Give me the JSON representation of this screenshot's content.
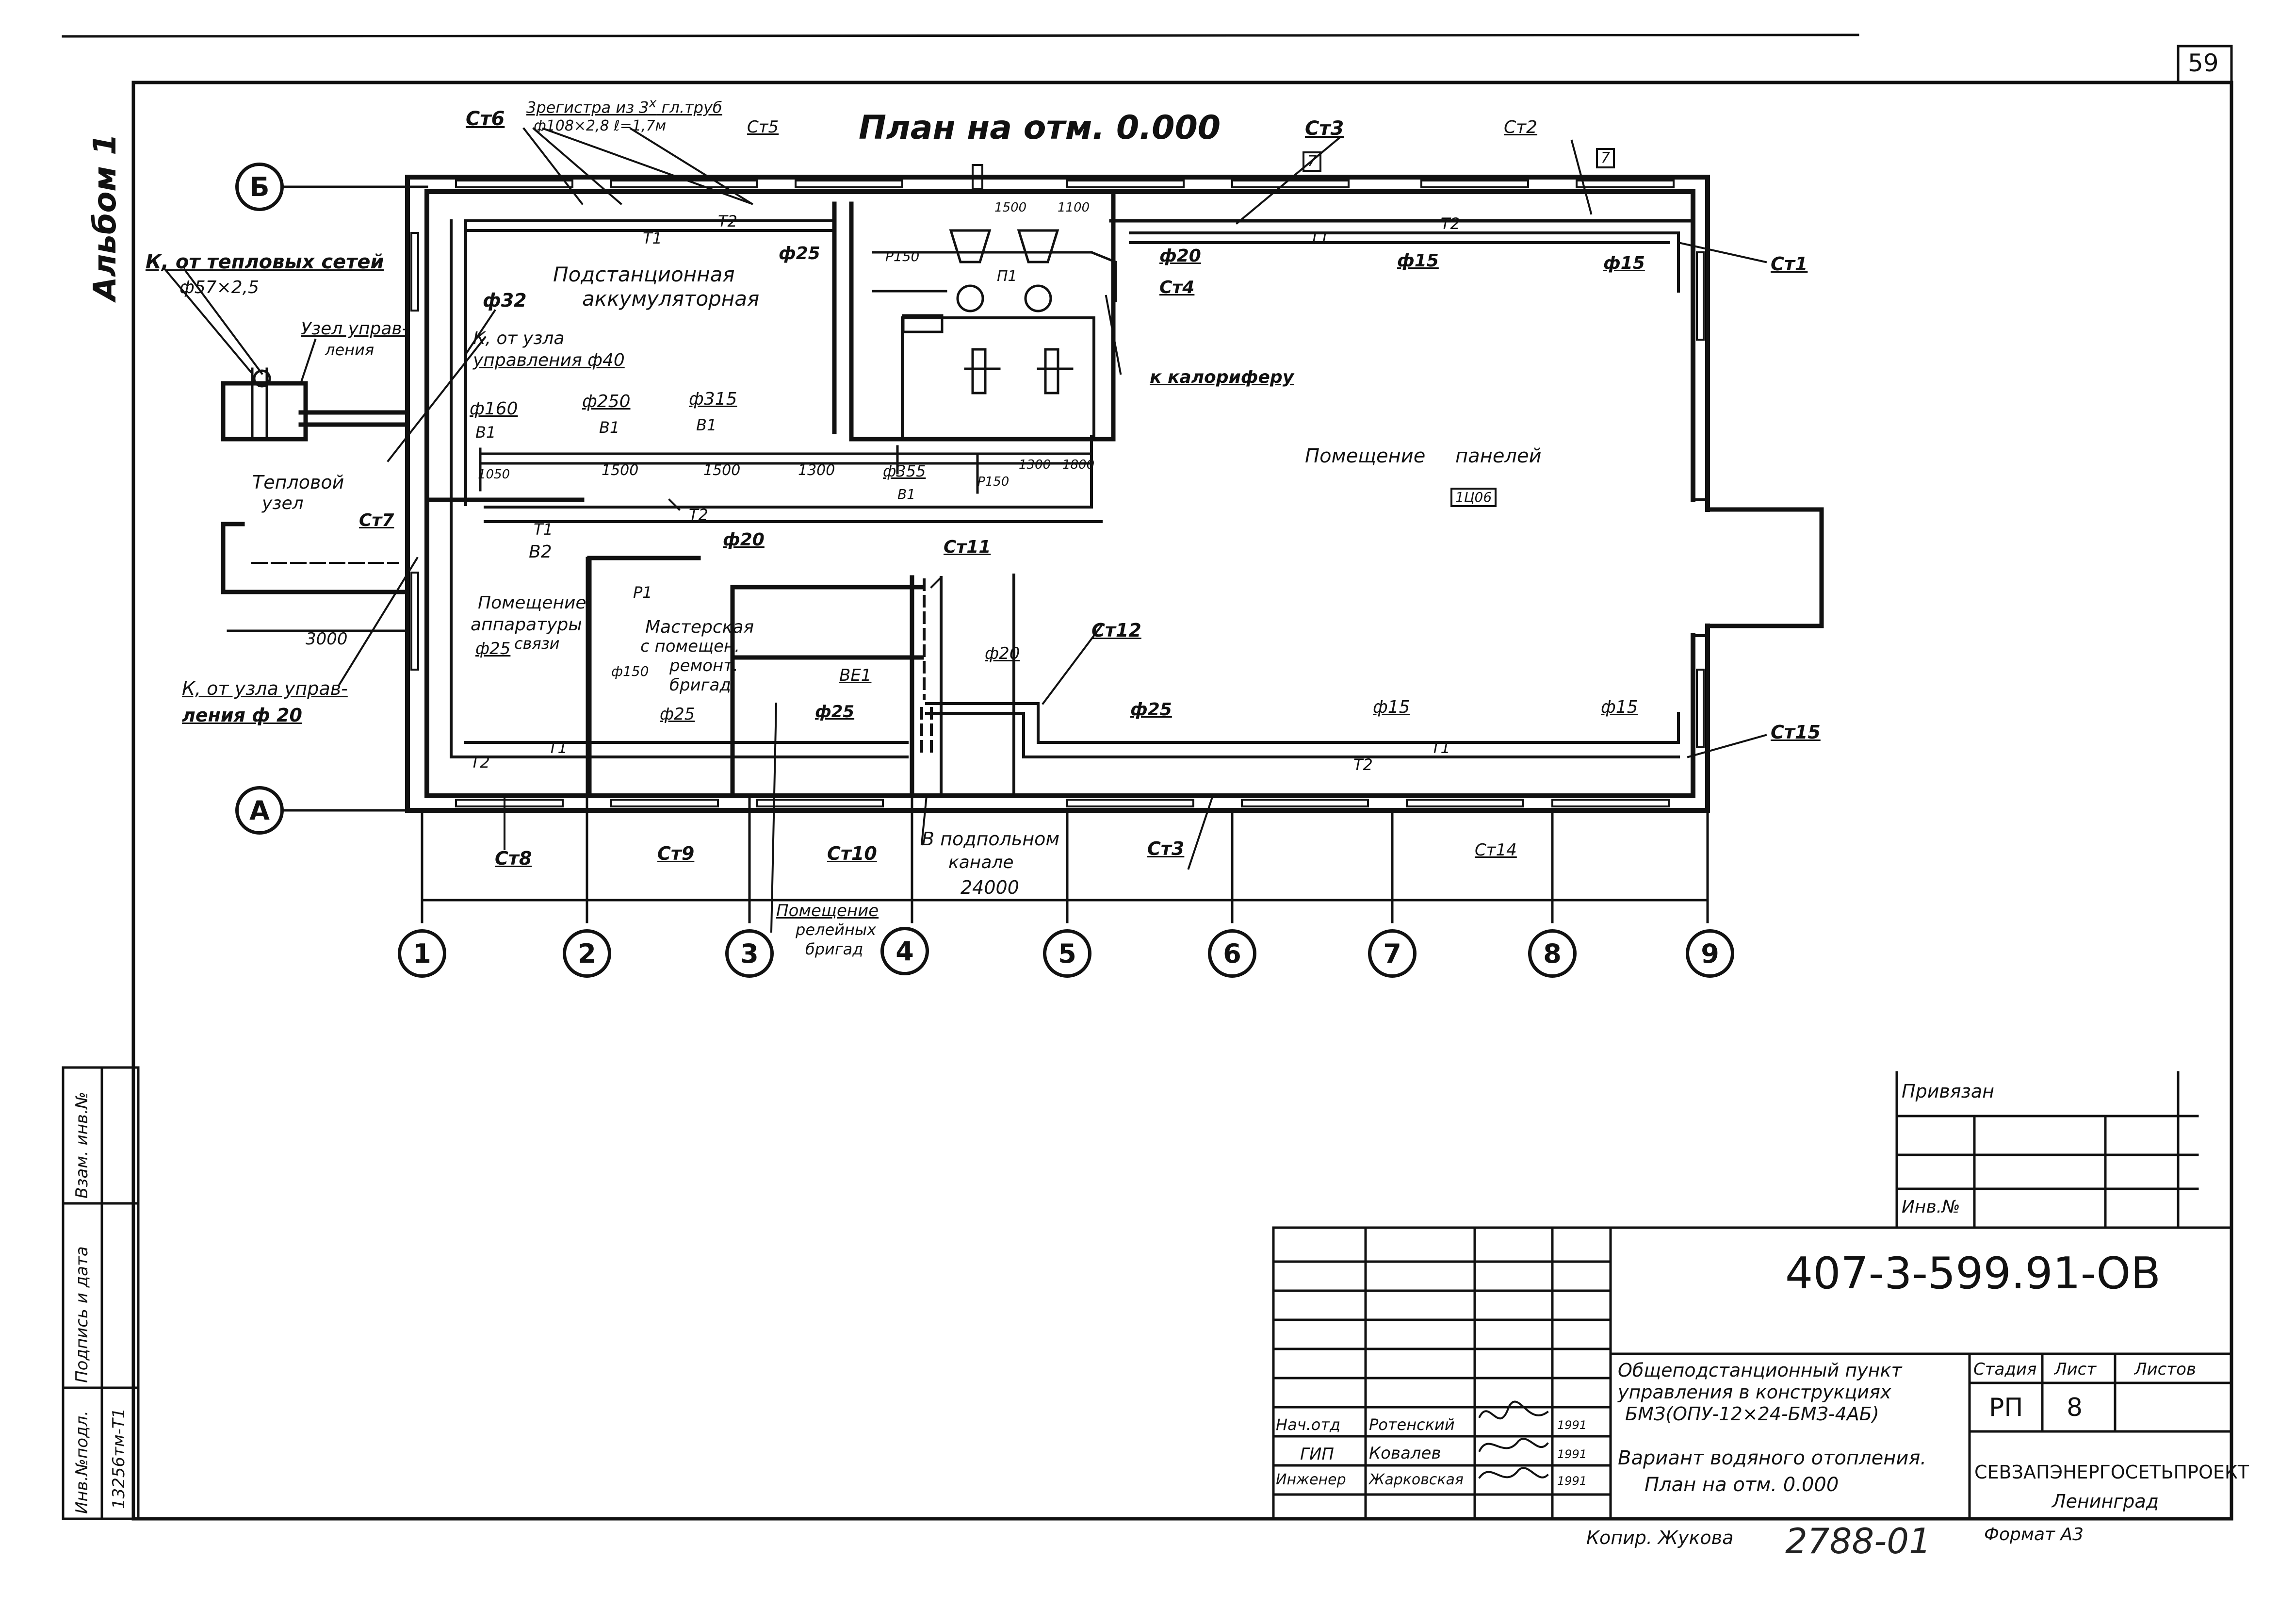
{
  "sheet": {
    "page_number": "59",
    "album": "Альбом 1",
    "title": "План на отм. 0.000"
  },
  "axes": {
    "letters": [
      "Б",
      "А"
    ],
    "numbers": [
      "1",
      "2",
      "3",
      "4",
      "5",
      "6",
      "7",
      "8",
      "9"
    ]
  },
  "labels": {
    "ct6": "Ст6",
    "registers_line1": "3регистра из 3",
    "registers_sup": "x",
    "registers_line1_end": " гл.труб",
    "registers_line2": "ф108×2,8  ℓ=1,7м",
    "ct5": "Ст5",
    "ct3_top": "Ст3",
    "ct2": "Ст2",
    "tag_box_1": "7",
    "tag_box_2": "7",
    "heat_from": "К, от тепловых сетей",
    "heat_from_dia": "ф57×2,5",
    "node_control_a": "Узел управ-",
    "node_control_b": "ления",
    "k_from_node": "К, от узла",
    "k_from_node_b": "управления ф40",
    "f32": "ф32",
    "battery_room_a": "Подстанционная",
    "battery_room_b": "аккумуляторная",
    "f25_a": "ф25",
    "p150": "Р150",
    "p1": "П1",
    "f20_a": "ф20",
    "ct4": "Ст4",
    "f15_a": "ф15",
    "f15_b": "ф15",
    "ct1": "Ст1",
    "to_heater": "к калориферу",
    "dim_1500_top": "1500",
    "dim_1100_top": "1100",
    "panel_room_a": "Помещение",
    "panel_room_b": "панелей",
    "panel_room_code": "1Ц06",
    "d160": "ф160",
    "b1_a": "В1",
    "d250": "ф250",
    "b1_b": "В1",
    "d315": "ф315",
    "b1_c": "В1",
    "dim_1050": "1050",
    "dim_1500_a": "1500",
    "dim_1500_b": "1500",
    "dim_1300": "1300",
    "d355": "ф355",
    "b1_d": "В1",
    "p150_b": "Р150",
    "dim_1300_b": "1300",
    "dim_1800": "1800",
    "heat_node_a": "Тепловой",
    "heat_node_b": "узел",
    "ct7": "Ст7",
    "f20_b": "ф20",
    "t1": "Т1",
    "t2": "Т2",
    "b2": "В2",
    "comm_room_a": "Помещение",
    "comm_room_b": "аппаратуры",
    "comm_room_c": "связи",
    "f25_b": "ф25",
    "dim_3000": "3000",
    "k_from_node2_a": "К, от узла управ-",
    "k_from_node2_b": "ления ф 20",
    "workshop_a": "Мастерская",
    "workshop_b": "с помещен.",
    "workshop_c": "ремонт.",
    "workshop_d": "бригад",
    "p1_b": "Р1",
    "f150": "ф150",
    "f25_c": "ф25",
    "be1": "ВЕ1",
    "f25_d": "ф25",
    "ct11": "Ст11",
    "f20_c": "ф20",
    "ct12": "Ст12",
    "f25_e": "ф25",
    "f15_c": "ф15",
    "f15_d": "ф15",
    "ct15": "Ст15",
    "ct8": "Ст8",
    "ct9": "Ст9",
    "ct10": "Ст10",
    "in_channel_a": "В подпольном",
    "in_channel_b": "канале",
    "ct3_bot": "Ст3",
    "ct14": "Ст14",
    "dim_24000": "24000",
    "relay_room_a": "Помещение",
    "relay_room_b": "релейных",
    "relay_room_c": "бригад"
  },
  "left_margin": {
    "c1": "Инв.№подл.",
    "c2": "Подпись и дата",
    "c3": "Взам. инв.№",
    "inv": "13256тм-Т1"
  },
  "title_block": {
    "bound": "Привязан",
    "inv_no": "Инв.№",
    "code": "407-3-599.91-ОВ",
    "description": [
      "Общеподстанционный пункт",
      "управления в конструкциях",
      "БМЗ(ОПУ-12×24-БМЗ-4АБ)"
    ],
    "stage_h": "Стадия",
    "sheet_h": "Лист",
    "sheets_h": "Листов",
    "stage": "РП",
    "sheet": "8",
    "sheets": "",
    "drawing_title": [
      "Вариант водяного отопления.",
      "План на отм. 0.000"
    ],
    "org": "СЕВЗАПЭНЕРГОСЕТЬПРОЕКТ",
    "city": "Ленинград",
    "roles": [
      {
        "role": "Нач.отд",
        "name": "Ротенский",
        "date": "1991"
      },
      {
        "role": "ГИП",
        "name": "Ковалев",
        "date": "1991"
      },
      {
        "role": "Инженер",
        "name": "Жарковская",
        "date": "1991"
      }
    ],
    "copy": "Копир. Жукова",
    "copy_no": "2788-01",
    "format": "Формат А3"
  }
}
